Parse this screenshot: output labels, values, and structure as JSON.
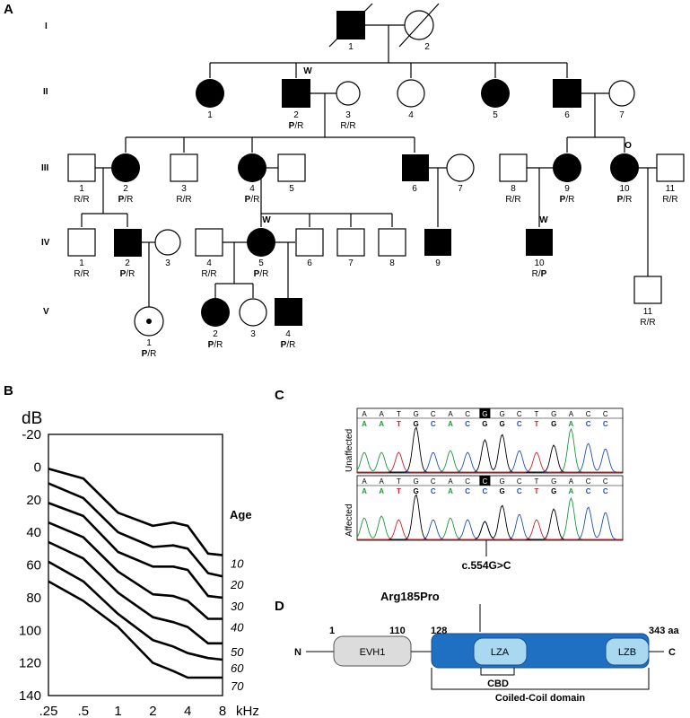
{
  "panels": {
    "a": "A",
    "b": "B",
    "c": "C",
    "d": "D"
  },
  "generations": [
    "I",
    "II",
    "III",
    "IV",
    "V"
  ],
  "pedigree": {
    "individuals": [
      {
        "id": "I-1",
        "sex": "M",
        "affected": true,
        "deceased": true,
        "num": "1",
        "geno": ""
      },
      {
        "id": "I-2",
        "sex": "F",
        "affected": false,
        "deceased": true,
        "num": "2",
        "geno": ""
      },
      {
        "id": "II-1",
        "sex": "F",
        "affected": true,
        "num": "1",
        "geno": ""
      },
      {
        "id": "II-2",
        "sex": "M",
        "affected": true,
        "num": "2",
        "geno": "P/R",
        "mark": "W"
      },
      {
        "id": "II-3",
        "sex": "F",
        "affected": false,
        "num": "3",
        "geno": "R/R"
      },
      {
        "id": "II-4",
        "sex": "F",
        "affected": false,
        "num": "4",
        "geno": ""
      },
      {
        "id": "II-5",
        "sex": "F",
        "affected": true,
        "num": "5",
        "geno": ""
      },
      {
        "id": "II-6",
        "sex": "M",
        "affected": true,
        "num": "6",
        "geno": ""
      },
      {
        "id": "II-7",
        "sex": "F",
        "affected": false,
        "num": "7",
        "geno": ""
      },
      {
        "id": "III-1",
        "sex": "M",
        "affected": false,
        "num": "1",
        "geno": "R/R"
      },
      {
        "id": "III-2",
        "sex": "F",
        "affected": true,
        "num": "2",
        "geno": "P/R"
      },
      {
        "id": "III-3",
        "sex": "M",
        "affected": false,
        "num": "3",
        "geno": "R/R"
      },
      {
        "id": "III-4",
        "sex": "F",
        "affected": true,
        "num": "4",
        "geno": "P/R"
      },
      {
        "id": "III-5",
        "sex": "M",
        "affected": false,
        "num": "5",
        "geno": ""
      },
      {
        "id": "III-6",
        "sex": "M",
        "affected": true,
        "num": "6",
        "geno": ""
      },
      {
        "id": "III-7",
        "sex": "F",
        "affected": false,
        "num": "7",
        "geno": ""
      },
      {
        "id": "III-8",
        "sex": "M",
        "affected": false,
        "num": "8",
        "geno": "R/R"
      },
      {
        "id": "III-9",
        "sex": "F",
        "affected": true,
        "num": "9",
        "geno": "P/R"
      },
      {
        "id": "III-10",
        "sex": "F",
        "affected": true,
        "num": "10",
        "geno": "P/R",
        "mark": "O"
      },
      {
        "id": "III-11",
        "sex": "M",
        "affected": false,
        "num": "11",
        "geno": "R/R"
      },
      {
        "id": "IV-1",
        "sex": "M",
        "affected": false,
        "num": "1",
        "geno": "R/R"
      },
      {
        "id": "IV-2",
        "sex": "M",
        "affected": true,
        "num": "2",
        "geno": "P/R"
      },
      {
        "id": "IV-3",
        "sex": "F",
        "affected": false,
        "num": "3",
        "geno": ""
      },
      {
        "id": "IV-4",
        "sex": "M",
        "affected": false,
        "num": "4",
        "geno": "R/R"
      },
      {
        "id": "IV-5",
        "sex": "F",
        "affected": true,
        "num": "5",
        "geno": "P/R",
        "mark": "W"
      },
      {
        "id": "IV-6",
        "sex": "M",
        "affected": false,
        "num": "6",
        "geno": ""
      },
      {
        "id": "IV-7",
        "sex": "M",
        "affected": false,
        "num": "7",
        "geno": ""
      },
      {
        "id": "IV-8",
        "sex": "M",
        "affected": false,
        "num": "8",
        "geno": ""
      },
      {
        "id": "IV-9",
        "sex": "M",
        "affected": true,
        "num": "9",
        "geno": ""
      },
      {
        "id": "IV-10",
        "sex": "M",
        "affected": true,
        "num": "10",
        "geno": "R/P",
        "mark": "W"
      },
      {
        "id": "IV-11",
        "sex": "M",
        "affected": false,
        "num": "11",
        "geno": "R/R"
      },
      {
        "id": "V-1",
        "sex": "F",
        "affected": false,
        "carrier": true,
        "num": "1",
        "geno": "P/R"
      },
      {
        "id": "V-2",
        "sex": "F",
        "affected": true,
        "num": "2",
        "geno": "P/R"
      },
      {
        "id": "V-3",
        "sex": "F",
        "affected": false,
        "num": "3",
        "geno": ""
      },
      {
        "id": "V-4",
        "sex": "M",
        "affected": true,
        "num": "4",
        "geno": "P/R"
      }
    ]
  },
  "audiogram": {
    "ylabel": "dB",
    "xlabel": "kHz",
    "yticks": [
      "-20",
      "0",
      "20",
      "40",
      "60",
      "80",
      "100",
      "120",
      "140"
    ],
    "xticks": [
      ".25",
      ".5",
      "1",
      "2",
      "4",
      "8"
    ],
    "age_title": "Age",
    "chart_data": {
      "type": "line",
      "x": [
        0.25,
        0.5,
        1,
        2,
        3,
        4,
        6,
        8
      ],
      "ylim": [
        -20,
        140
      ],
      "y_inverted": true,
      "series": [
        {
          "name": "10",
          "values": [
            1,
            7,
            28,
            36,
            34,
            36,
            53,
            54
          ]
        },
        {
          "name": "20",
          "values": [
            10,
            19,
            40,
            49,
            48,
            50,
            65,
            67
          ]
        },
        {
          "name": "30",
          "values": [
            22,
            30,
            52,
            61,
            61,
            63,
            79,
            80
          ]
        },
        {
          "name": "40",
          "values": [
            34,
            43,
            64,
            78,
            79,
            82,
            93,
            93
          ]
        },
        {
          "name": "50",
          "values": [
            46,
            56,
            77,
            92,
            95,
            98,
            108,
            108
          ]
        },
        {
          "name": "60",
          "values": [
            58,
            70,
            90,
            106,
            110,
            114,
            117,
            118
          ]
        },
        {
          "name": "70",
          "values": [
            70,
            82,
            98,
            120,
            125,
            129,
            129,
            129
          ]
        }
      ]
    }
  },
  "chromatogram": {
    "unaffected_label": "Unaffected",
    "affected_label": "Affected",
    "seq_top": [
      "A",
      "A",
      "T",
      "G",
      "C",
      "A",
      "C",
      "G",
      "G",
      "C",
      "T",
      "G",
      "A",
      "C",
      "C"
    ],
    "seq_top_highlight": 7,
    "seq_bottom": [
      "A",
      "A",
      "T",
      "G",
      "C",
      "A",
      "C",
      "C",
      "G",
      "C",
      "T",
      "G",
      "A",
      "C",
      "C"
    ],
    "seq_bottom_highlight": 7,
    "mutation": "c.554G>C"
  },
  "protein": {
    "n_label": "N",
    "c_label": "C",
    "pos1": "1",
    "pos110": "110",
    "pos128": "128",
    "pos343": "343 aa",
    "variant": "Arg185Pro",
    "evh1": "EVH1",
    "lza": "LZA",
    "lzb": "LZB",
    "cbd": "CBD",
    "coiled": "Coiled-Coil domain"
  },
  "colors": {
    "variant_red": "#d0202a",
    "coiled_blue": "#1f6fc2",
    "lz_light": "#a9d9f0",
    "evh1_gray": "#dcdcdc"
  }
}
